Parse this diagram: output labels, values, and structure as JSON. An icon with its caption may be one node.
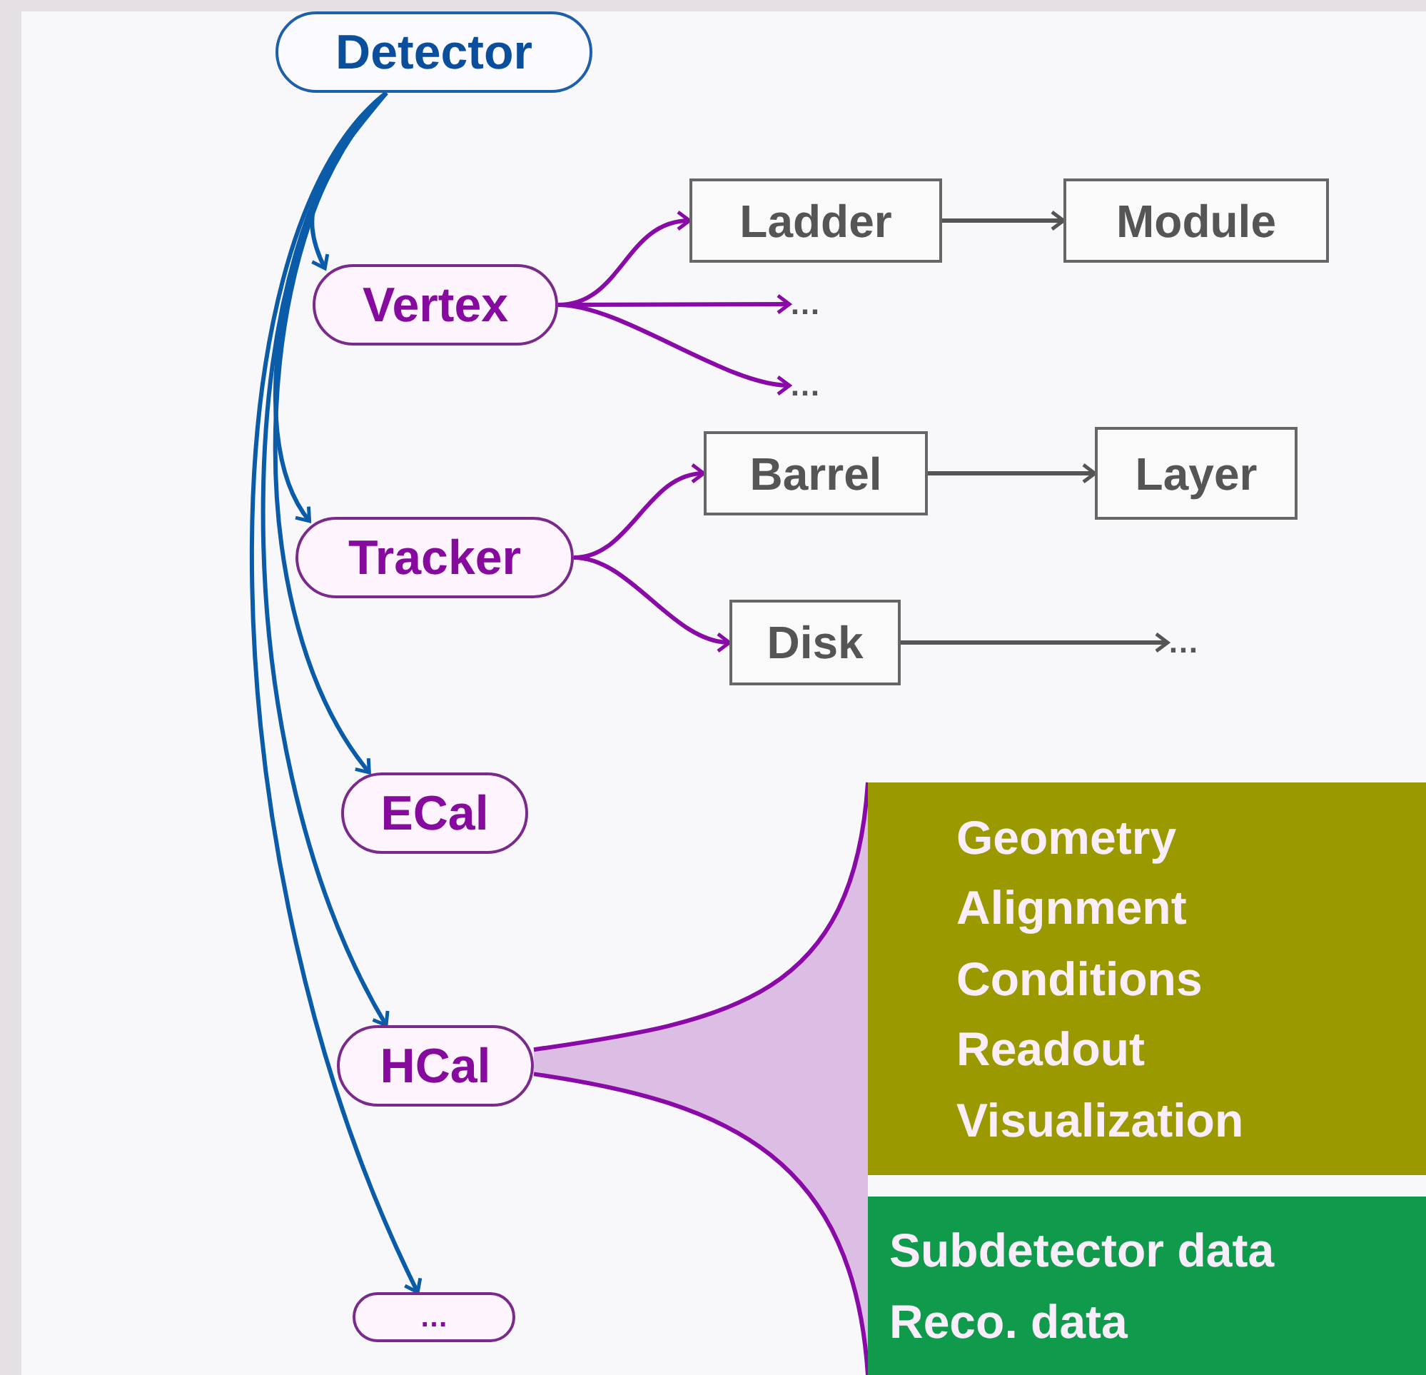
{
  "diagram": {
    "nodes": [
      {
        "text": [
          "Detector"
        ]
      },
      {
        "text": [
          "Vertex"
        ]
      },
      {
        "text": [
          "Tracker"
        ]
      },
      {
        "text": [
          "ECal"
        ]
      },
      {
        "text": [
          "HCal"
        ]
      },
      {
        "text": [
          "…"
        ]
      },
      {
        "text": [
          "Ladder"
        ]
      },
      {
        "text": [
          "Module"
        ]
      },
      {
        "text": [
          "…"
        ]
      },
      {
        "text": [
          "…"
        ]
      },
      {
        "text": [
          "Barrel"
        ]
      },
      {
        "text": [
          "Layer"
        ]
      },
      {
        "text": [
          "Disk"
        ]
      },
      {
        "text": [
          "…"
        ]
      },
      {
        "text": [
          "Geometry",
          "Alignment",
          "Conditions",
          "Readout",
          "Visualization"
        ]
      },
      {
        "text": [
          "Subdetector data",
          "Reco. data"
        ]
      }
    ],
    "edges": [
      {
        "from": 0,
        "to": 1,
        "arrow": "to",
        "color": "#0b5ca8"
      },
      {
        "from": 0,
        "to": 2,
        "arrow": "to",
        "color": "#0b5ca8"
      },
      {
        "from": 0,
        "to": 3,
        "arrow": "to",
        "color": "#0b5ca8"
      },
      {
        "from": 0,
        "to": 4,
        "arrow": "to",
        "color": "#0b5ca8"
      },
      {
        "from": 0,
        "to": 5,
        "arrow": "to",
        "color": "#0b5ca8"
      },
      {
        "from": 1,
        "to": 6,
        "arrow": "to",
        "color": "#8a0aa8"
      },
      {
        "from": 1,
        "to": 8,
        "arrow": "to",
        "color": "#8a0aa8"
      },
      {
        "from": 1,
        "to": 9,
        "arrow": "to",
        "color": "#8a0aa8"
      },
      {
        "from": 2,
        "to": 10,
        "arrow": "to",
        "color": "#8a0aa8"
      },
      {
        "from": 2,
        "to": 12,
        "arrow": "to",
        "color": "#8a0aa8"
      },
      {
        "from": 6,
        "to": 7,
        "arrow": "to",
        "color": "#555555"
      },
      {
        "from": 10,
        "to": 11,
        "arrow": "to",
        "color": "#555555"
      },
      {
        "from": 12,
        "to": 13,
        "arrow": "to",
        "color": "#555555"
      },
      {
        "from": 4,
        "to": 14,
        "arrow": "none",
        "color": "#8a0aa8"
      },
      {
        "from": 4,
        "to": 15,
        "arrow": "none",
        "color": "#8a0aa8"
      }
    ]
  }
}
